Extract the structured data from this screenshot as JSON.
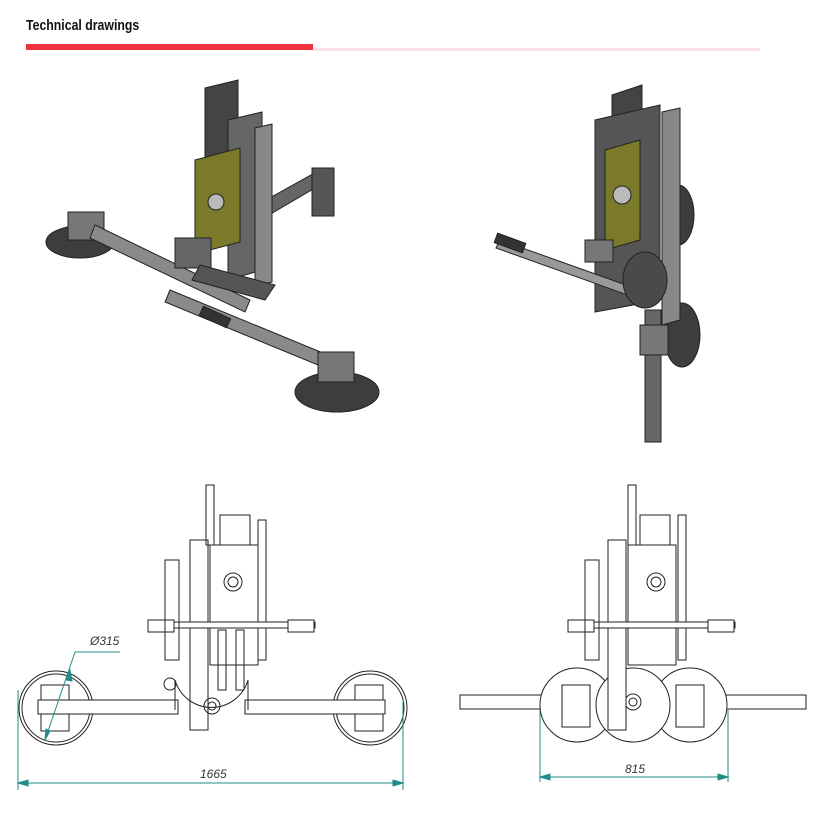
{
  "header": {
    "title": "Technical drawings"
  },
  "drawings": {
    "front_view": {
      "diameter_label": "Ø315",
      "width_label": "1665"
    },
    "side_view": {
      "width_label": "815"
    }
  },
  "colors": {
    "accent": "#f0323f",
    "accent_light": "#fbe3e6",
    "dimension": "#1f8c86",
    "panel": "#7a7a2a",
    "metal": "#4a4a4a"
  }
}
